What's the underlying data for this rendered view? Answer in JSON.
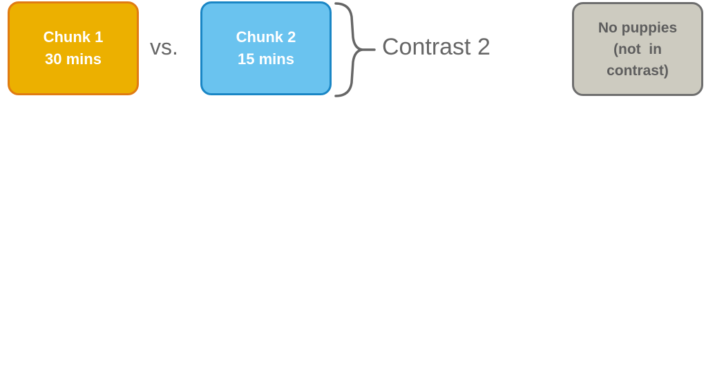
{
  "chunk1": {
    "line1": "Chunk 1",
    "line2": "30 mins"
  },
  "vs_label": "vs.",
  "chunk2": {
    "line1": "Chunk 2",
    "line2": "15 mins"
  },
  "contrast_label": "Contrast 2",
  "no_puppies": {
    "line1": "No puppies",
    "line2": "(not  in",
    "line3": "contrast)"
  },
  "colors": {
    "chunk1_fill": "#ecb000",
    "chunk1_border": "#e07b12",
    "chunk2_fill": "#6ac3ef",
    "chunk2_border": "#1a86c5",
    "no_puppies_fill": "#cdcbc0",
    "no_puppies_border": "#6e6e6e",
    "text_gray": "#666666"
  }
}
